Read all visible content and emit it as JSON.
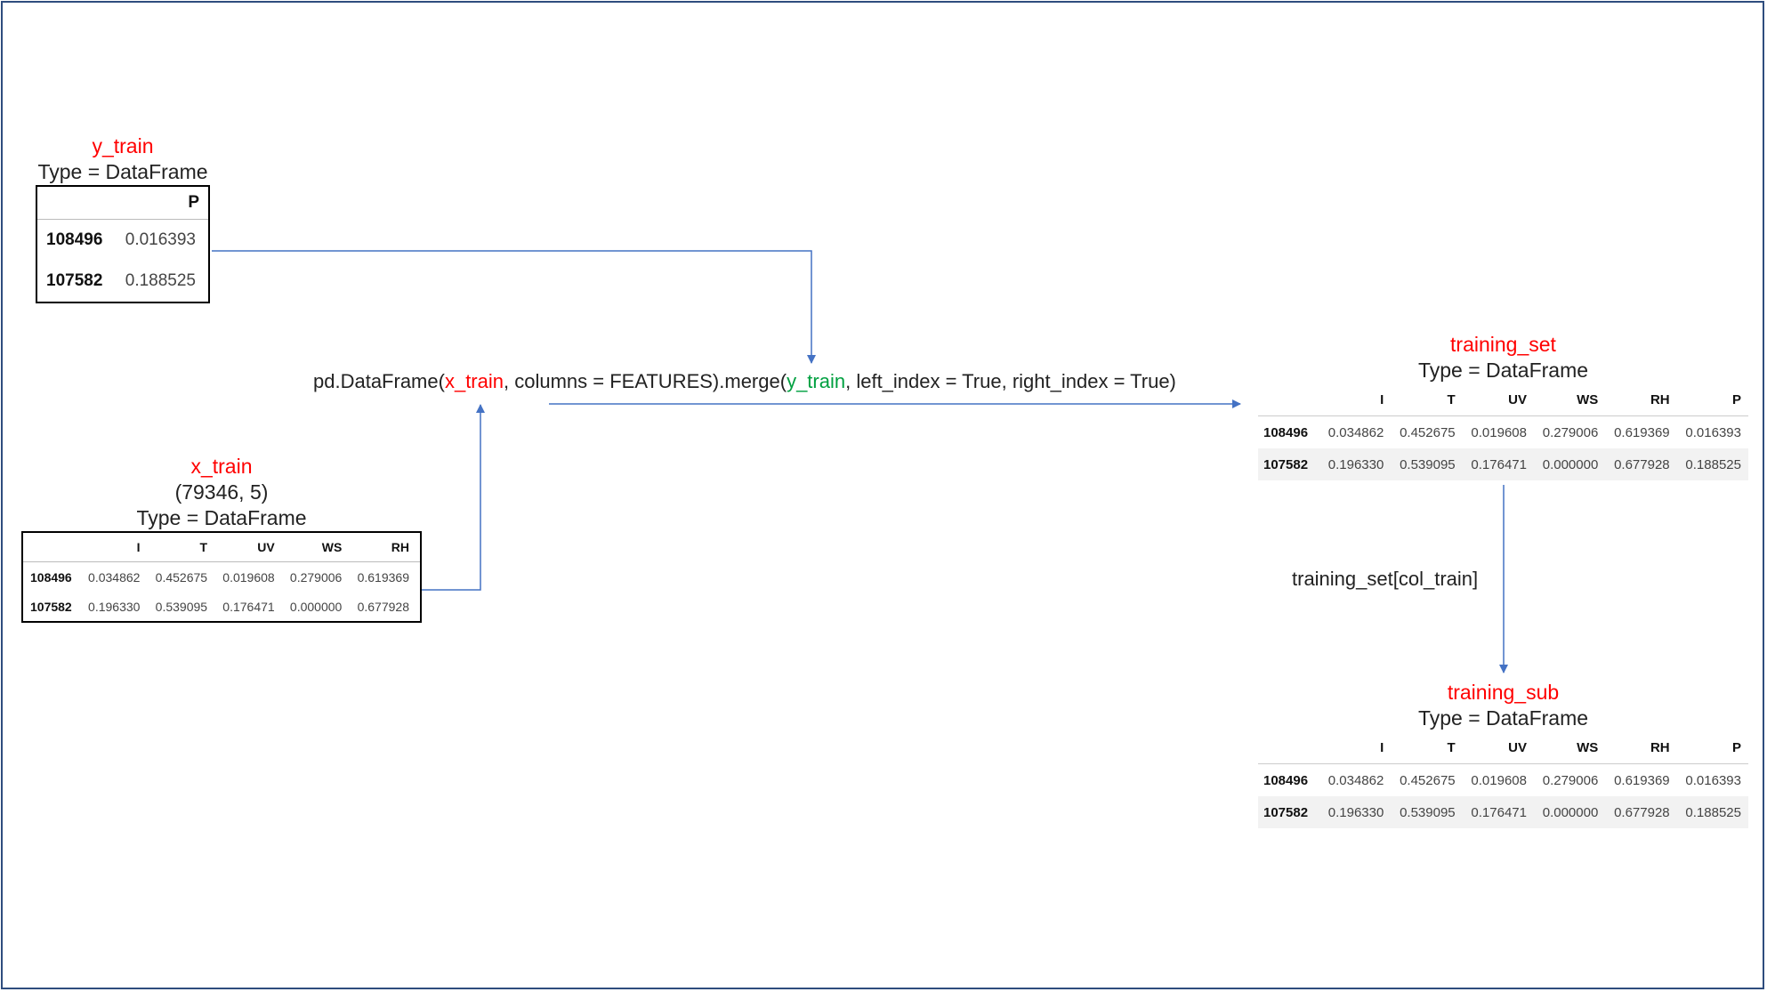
{
  "y_train": {
    "name": "y_train",
    "type_label": "Type = DataFrame",
    "columns": [
      "P"
    ],
    "rows": [
      {
        "index": "108496",
        "values": [
          "0.016393"
        ]
      },
      {
        "index": "107582",
        "values": [
          "0.188525"
        ]
      }
    ]
  },
  "x_train": {
    "name": "x_train",
    "shape": "(79346, 5)",
    "type_label": "Type = DataFrame",
    "columns": [
      "I",
      "T",
      "UV",
      "WS",
      "RH"
    ],
    "rows": [
      {
        "index": "108496",
        "values": [
          "0.034862",
          "0.452675",
          "0.019608",
          "0.279006",
          "0.619369"
        ]
      },
      {
        "index": "107582",
        "values": [
          "0.196330",
          "0.539095",
          "0.176471",
          "0.000000",
          "0.677928"
        ]
      }
    ]
  },
  "merge_code": {
    "part1": "pd.DataFrame(",
    "x_train": "x_train",
    "part2": ", columns = FEATURES).merge(",
    "y_train": "y_train",
    "part3": ", left_index = True, right_index = True)"
  },
  "training_set": {
    "name": "training_set",
    "type_label": "Type = DataFrame",
    "columns": [
      "I",
      "T",
      "UV",
      "WS",
      "RH",
      "P"
    ],
    "rows": [
      {
        "index": "108496",
        "values": [
          "0.034862",
          "0.452675",
          "0.019608",
          "0.279006",
          "0.619369",
          "0.016393"
        ]
      },
      {
        "index": "107582",
        "values": [
          "0.196330",
          "0.539095",
          "0.176471",
          "0.000000",
          "0.677928",
          "0.188525"
        ]
      }
    ]
  },
  "col_code": "training_set[col_train]",
  "training_sub": {
    "name": "training_sub",
    "type_label": "Type = DataFrame",
    "columns": [
      "I",
      "T",
      "UV",
      "WS",
      "RH",
      "P"
    ],
    "rows": [
      {
        "index": "108496",
        "values": [
          "0.034862",
          "0.452675",
          "0.019608",
          "0.279006",
          "0.619369",
          "0.016393"
        ]
      },
      {
        "index": "107582",
        "values": [
          "0.196330",
          "0.539095",
          "0.176471",
          "0.000000",
          "0.677928",
          "0.188525"
        ]
      }
    ]
  },
  "colors": {
    "arrow": "#4472c4",
    "highlight_red": "#ff0000",
    "highlight_green": "#00a040",
    "frame": "#2f4d7e"
  }
}
